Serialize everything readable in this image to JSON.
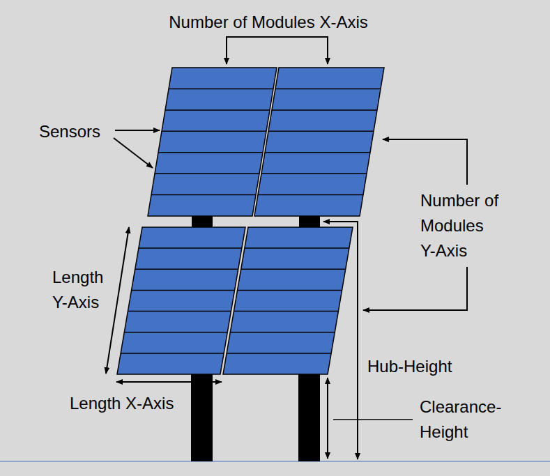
{
  "diagram": {
    "labels": [
      "Number of Modules X-Axis",
      "Sensors",
      "Number of Modules Y-Axis",
      "Length Y-Axis",
      "Length X-Axis",
      "Hub-Height",
      "Clearance-Height"
    ]
  }
}
